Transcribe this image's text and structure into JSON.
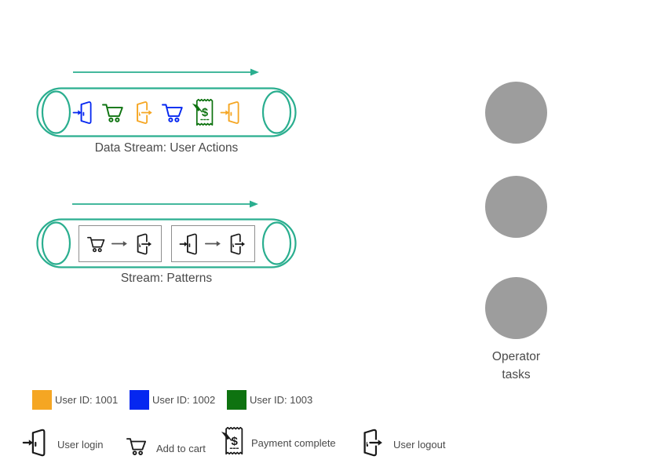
{
  "colors": {
    "teal": "#2AAE8F",
    "orange": "#F5A623",
    "blue": "#0527F0",
    "green": "#0E7310",
    "black": "#1A1A1A",
    "dark_gray": "#555555",
    "circle_gray": "#9D9D9D",
    "text_gray": "#4A4A4A"
  },
  "streams": {
    "user_actions": {
      "label": "Data Stream: User Actions",
      "events": [
        {
          "icon": "user-login",
          "color": "blue",
          "user_id": "1002"
        },
        {
          "icon": "add-to-cart",
          "color": "green",
          "user_id": "1003"
        },
        {
          "icon": "user-logout",
          "color": "orange",
          "user_id": "1001"
        },
        {
          "icon": "add-to-cart",
          "color": "blue",
          "user_id": "1002"
        },
        {
          "icon": "payment-complete",
          "color": "green",
          "user_id": "1003"
        },
        {
          "icon": "user-login",
          "color": "orange",
          "user_id": "1001"
        }
      ]
    },
    "patterns": {
      "label": "Stream: Patterns",
      "pattern_boxes": [
        {
          "sequence": [
            {
              "icon": "add-to-cart",
              "color": "black"
            },
            {
              "icon": "arrow-right",
              "color": "dark_gray"
            },
            {
              "icon": "user-logout",
              "color": "black"
            }
          ]
        },
        {
          "sequence": [
            {
              "icon": "user-login",
              "color": "black"
            },
            {
              "icon": "arrow-right",
              "color": "dark_gray"
            },
            {
              "icon": "user-logout",
              "color": "black"
            }
          ]
        }
      ]
    }
  },
  "operator": {
    "label": "Operator tasks",
    "task_count": 3
  },
  "user_legend": [
    {
      "label": "User ID: 1001",
      "color": "orange"
    },
    {
      "label": "User ID: 1002",
      "color": "blue"
    },
    {
      "label": "User ID: 1003",
      "color": "green"
    }
  ],
  "icon_legend": [
    {
      "icon": "user-login",
      "color": "black",
      "label": "User login"
    },
    {
      "icon": "add-to-cart",
      "color": "black",
      "label": "Add to cart"
    },
    {
      "icon": "payment-complete",
      "color": "black",
      "label": "Payment complete"
    },
    {
      "icon": "user-logout",
      "color": "black",
      "label": "User logout"
    }
  ]
}
